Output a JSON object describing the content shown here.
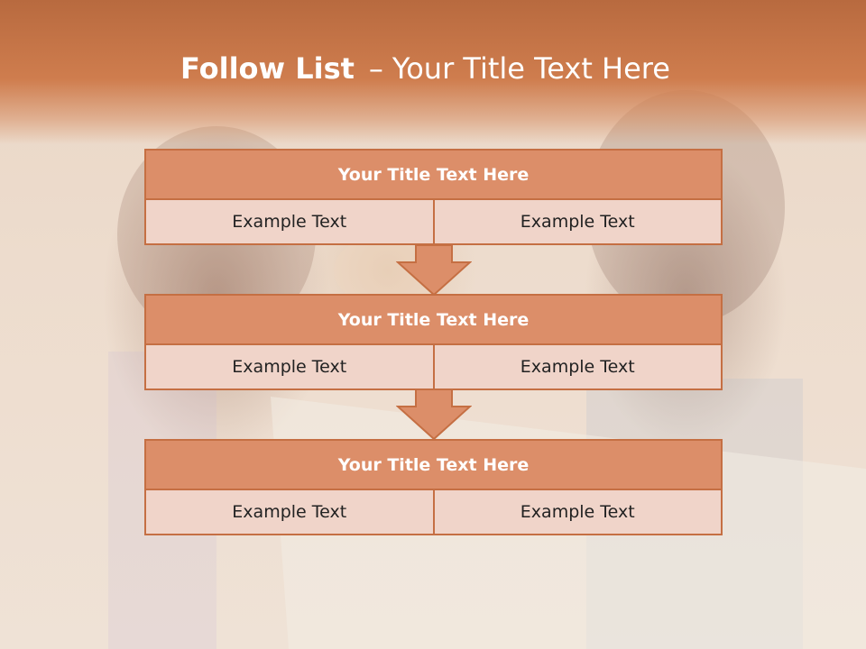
{
  "slide": {
    "title_bold": "Follow List",
    "title_dash": "–",
    "title_rest": "Your Title Text Here",
    "blocks": [
      {
        "title": "Your Title Text Here",
        "left": "Example Text",
        "right": "Example Text"
      },
      {
        "title": "Your Title Text Here",
        "left": "Example Text",
        "right": "Example Text"
      },
      {
        "title": "Your Title Text Here",
        "left": "Example Text",
        "right": "Example Text"
      }
    ]
  },
  "colors": {
    "header": "#cf7d4e",
    "block_title_fill": "#dc8e69",
    "block_border": "#c56f43",
    "cell_fill": "#f0d4c9",
    "arrow_fill": "#dc8e69"
  },
  "background": {
    "description_icon": "photo-of-three-women-with-map"
  }
}
